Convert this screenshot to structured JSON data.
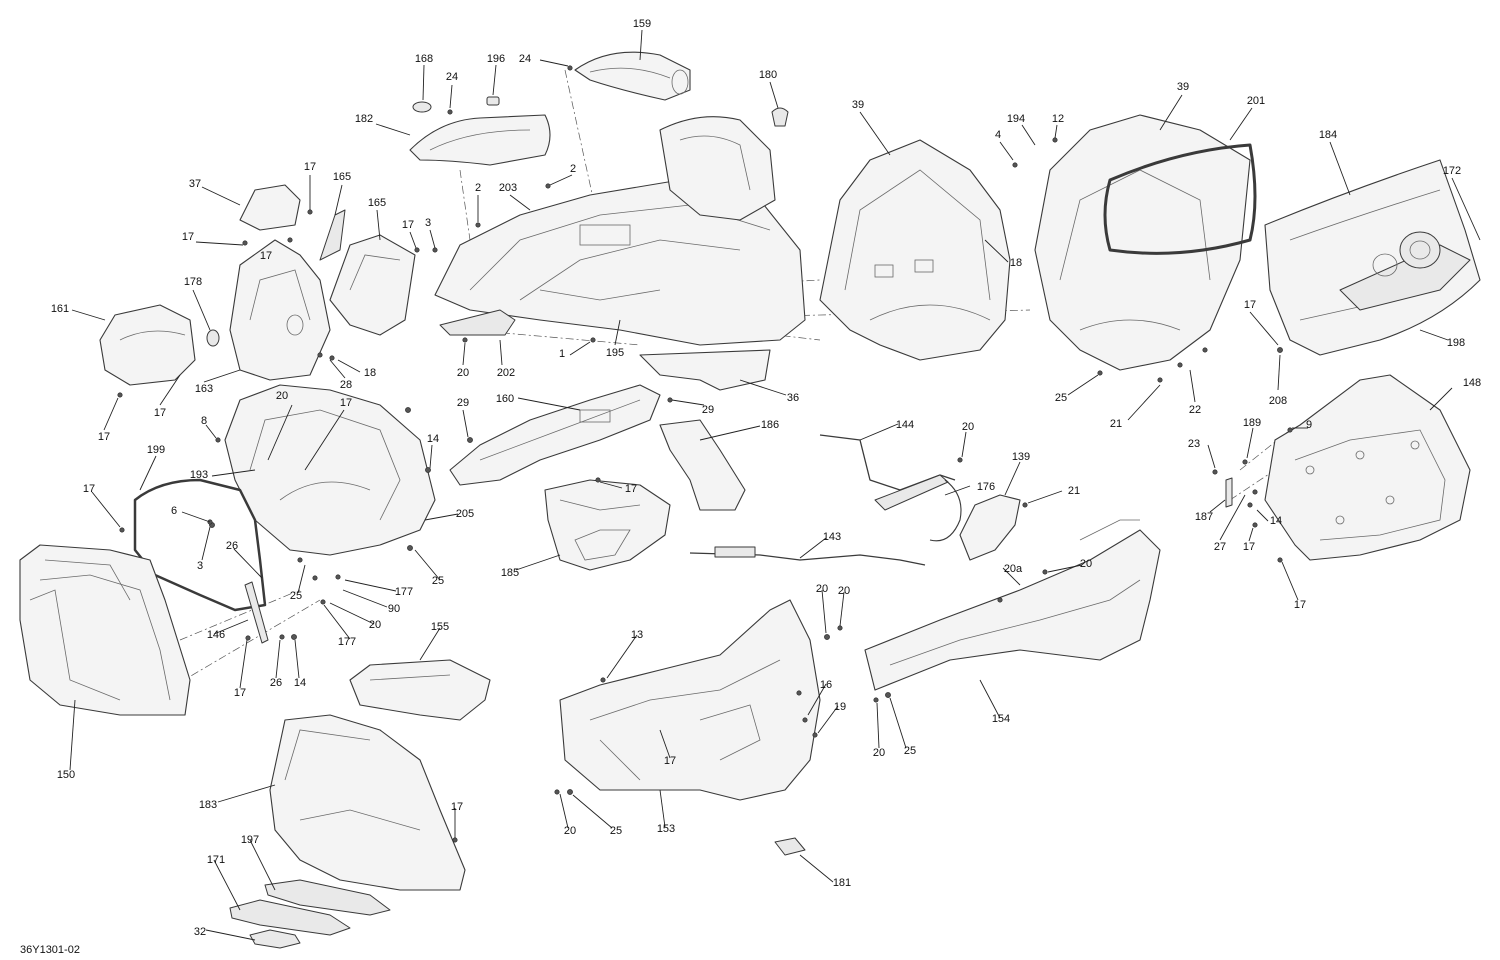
{
  "diagram_code": "36Y1301-02",
  "callouts": [
    {
      "id": "c159",
      "text": "159"
    },
    {
      "id": "c24a",
      "text": "24"
    },
    {
      "id": "c168",
      "text": "168"
    },
    {
      "id": "c24b",
      "text": "24"
    },
    {
      "id": "c196",
      "text": "196"
    },
    {
      "id": "c180",
      "text": "180"
    },
    {
      "id": "c39a",
      "text": "39"
    },
    {
      "id": "c39b",
      "text": "39"
    },
    {
      "id": "c201",
      "text": "201"
    },
    {
      "id": "c194",
      "text": "194"
    },
    {
      "id": "c12",
      "text": "12"
    },
    {
      "id": "c4",
      "text": "4"
    },
    {
      "id": "c184",
      "text": "184"
    },
    {
      "id": "c172",
      "text": "172"
    },
    {
      "id": "c182",
      "text": "182"
    },
    {
      "id": "c2a",
      "text": "2"
    },
    {
      "id": "c2b",
      "text": "2"
    },
    {
      "id": "c203",
      "text": "203"
    },
    {
      "id": "c17a",
      "text": "17"
    },
    {
      "id": "c37",
      "text": "37"
    },
    {
      "id": "c165a",
      "text": "165"
    },
    {
      "id": "c165b",
      "text": "165"
    },
    {
      "id": "c17b",
      "text": "17"
    },
    {
      "id": "c3a",
      "text": "3"
    },
    {
      "id": "c17c",
      "text": "17"
    },
    {
      "id": "c17d",
      "text": "17"
    },
    {
      "id": "c18a",
      "text": "18"
    },
    {
      "id": "c178",
      "text": "178"
    },
    {
      "id": "c161",
      "text": "161"
    },
    {
      "id": "c17e",
      "text": "17"
    },
    {
      "id": "c198",
      "text": "198"
    },
    {
      "id": "c208",
      "text": "208"
    },
    {
      "id": "c163",
      "text": "163"
    },
    {
      "id": "c28",
      "text": "28"
    },
    {
      "id": "c18b",
      "text": "18"
    },
    {
      "id": "c195",
      "text": "195"
    },
    {
      "id": "c1",
      "text": "1"
    },
    {
      "id": "c20a",
      "text": "20"
    },
    {
      "id": "c202",
      "text": "202"
    },
    {
      "id": "c36",
      "text": "36"
    },
    {
      "id": "c25a",
      "text": "25"
    },
    {
      "id": "c21a",
      "text": "21"
    },
    {
      "id": "c22",
      "text": "22"
    },
    {
      "id": "c17f",
      "text": "17"
    },
    {
      "id": "c17g",
      "text": "17"
    },
    {
      "id": "c20b",
      "text": "20"
    },
    {
      "id": "c17h",
      "text": "17"
    },
    {
      "id": "c29a",
      "text": "29"
    },
    {
      "id": "c160",
      "text": "160"
    },
    {
      "id": "c29b",
      "text": "29"
    },
    {
      "id": "c148",
      "text": "148"
    },
    {
      "id": "c8",
      "text": "8"
    },
    {
      "id": "c14a",
      "text": "14"
    },
    {
      "id": "c186",
      "text": "186"
    },
    {
      "id": "c144",
      "text": "144"
    },
    {
      "id": "c20c",
      "text": "20"
    },
    {
      "id": "c189",
      "text": "189"
    },
    {
      "id": "c9",
      "text": "9"
    },
    {
      "id": "c199",
      "text": "199"
    },
    {
      "id": "c193",
      "text": "193"
    },
    {
      "id": "c139",
      "text": "139"
    },
    {
      "id": "c23",
      "text": "23"
    },
    {
      "id": "c17i",
      "text": "17"
    },
    {
      "id": "c17j",
      "text": "17"
    },
    {
      "id": "c176",
      "text": "176"
    },
    {
      "id": "c21b",
      "text": "21"
    },
    {
      "id": "c6",
      "text": "6"
    },
    {
      "id": "c205",
      "text": "205"
    },
    {
      "id": "c187",
      "text": "187"
    },
    {
      "id": "c14b",
      "text": "14"
    },
    {
      "id": "c3b",
      "text": "3"
    },
    {
      "id": "c26a",
      "text": "26"
    },
    {
      "id": "c27",
      "text": "27"
    },
    {
      "id": "c17k",
      "text": "17"
    },
    {
      "id": "c185",
      "text": "185"
    },
    {
      "id": "c143",
      "text": "143"
    },
    {
      "id": "c25b",
      "text": "25"
    },
    {
      "id": "c20d",
      "text": "20"
    },
    {
      "id": "c177a",
      "text": "177"
    },
    {
      "id": "c20a2",
      "text": "20a"
    },
    {
      "id": "c20e",
      "text": "20"
    },
    {
      "id": "c17l",
      "text": "17"
    },
    {
      "id": "c90",
      "text": "90"
    },
    {
      "id": "c25c",
      "text": "25"
    },
    {
      "id": "c20f",
      "text": "20"
    },
    {
      "id": "c177b",
      "text": "177"
    },
    {
      "id": "c20g",
      "text": "20"
    },
    {
      "id": "c146",
      "text": "146"
    },
    {
      "id": "c155",
      "text": "155"
    },
    {
      "id": "c13",
      "text": "13"
    },
    {
      "id": "c17m",
      "text": "17"
    },
    {
      "id": "c26b",
      "text": "26"
    },
    {
      "id": "c14c",
      "text": "14"
    },
    {
      "id": "c16",
      "text": "16"
    },
    {
      "id": "c19",
      "text": "19"
    },
    {
      "id": "c154",
      "text": "154"
    },
    {
      "id": "c150",
      "text": "150"
    },
    {
      "id": "c20h",
      "text": "20"
    },
    {
      "id": "c25d",
      "text": "25"
    },
    {
      "id": "c17n",
      "text": "17"
    },
    {
      "id": "c183",
      "text": "183"
    },
    {
      "id": "c17o",
      "text": "17"
    },
    {
      "id": "c153",
      "text": "153"
    },
    {
      "id": "c20i",
      "text": "20"
    },
    {
      "id": "c25e",
      "text": "25"
    },
    {
      "id": "c197",
      "text": "197"
    },
    {
      "id": "c171",
      "text": "171"
    },
    {
      "id": "c181",
      "text": "181"
    },
    {
      "id": "c32",
      "text": "32"
    }
  ]
}
